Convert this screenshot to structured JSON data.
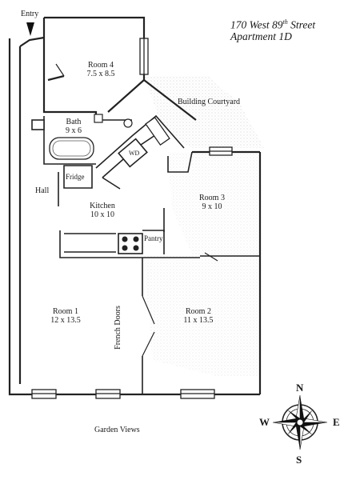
{
  "title": {
    "line1_a": "170 West 89",
    "line1_sup": "th",
    "line1_b": " Street",
    "line2": "Apartment 1D"
  },
  "entry_label": "Entry",
  "rooms": {
    "room4": {
      "name": "Room 4",
      "size": "7.5 x 8.5"
    },
    "bath": {
      "name": "Bath",
      "size": "9 x 6"
    },
    "kitchen": {
      "name": "Kitchen",
      "size": "10 x 10"
    },
    "room3": {
      "name": "Room 3",
      "size": "9 x 10"
    },
    "room1": {
      "name": "Room 1",
      "size": "12 x 13.5"
    },
    "room2": {
      "name": "Room 2",
      "size": "11 x 13.5"
    }
  },
  "labels": {
    "hall": "Hall",
    "fridge": "Fridge",
    "wd": "WD",
    "pantry": "Pantry",
    "french_doors": "French Doors",
    "courtyard": "Building Courtyard",
    "garden": "Garden Views"
  },
  "compass": {
    "n": "N",
    "s": "S",
    "e": "E",
    "w": "W"
  }
}
